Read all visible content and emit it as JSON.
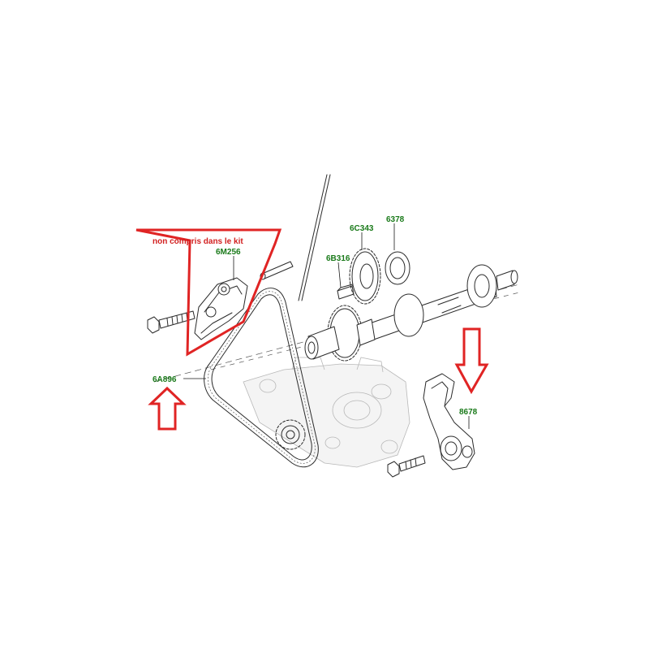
{
  "note": {
    "text": "non compris dans le kit",
    "color": "#d21f1f"
  },
  "labels": {
    "tensioner_top": "6M256",
    "belt": "6A896",
    "sprocket": "6C343",
    "washer": "6378",
    "key": "6B316",
    "idler": "8678"
  },
  "colors": {
    "label_green": "#1a7a1a",
    "arrow_red": "#e02424",
    "line_ink": "#2b2b2b"
  }
}
